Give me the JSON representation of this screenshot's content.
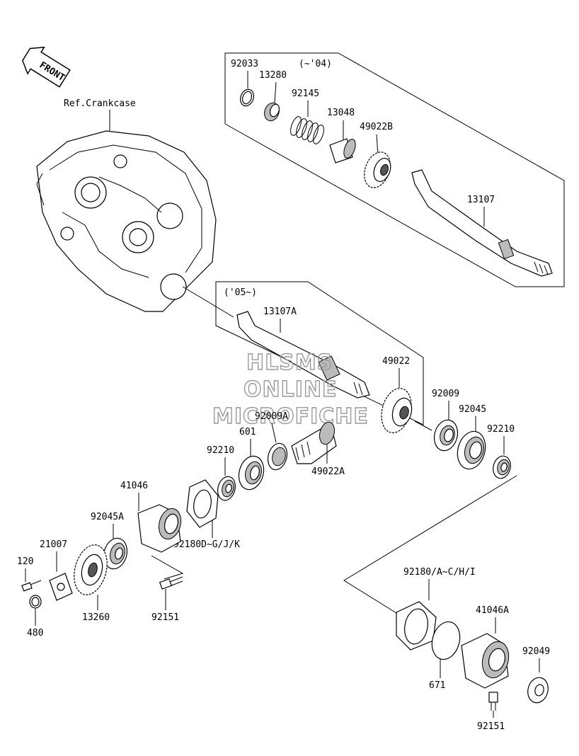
{
  "reference_label": "Ref.Crankcase",
  "front_label": "FRONT",
  "watermark": [
    "HLSMS",
    "ONLINE",
    "MICROFICHE"
  ],
  "groups": {
    "upper_variant": "(~'04)",
    "lower_variant": "('05~)"
  },
  "parts": {
    "p92033": "92033",
    "p13280": "13280",
    "p92145": "92145",
    "p13048": "13048",
    "p49022B": "49022B",
    "p13107": "13107",
    "p13107A": "13107A",
    "p49022": "49022",
    "p92009": "92009",
    "p92045": "92045",
    "p92009A": "92009A",
    "p601": "601",
    "p92210_a": "92210",
    "p92210_b": "92210",
    "p49022A": "49022A",
    "p41046": "41046",
    "p92045A": "92045A",
    "p92180DG": "92180D~G/J/K",
    "p21007": "21007",
    "p120": "120",
    "p480": "480",
    "p13260": "13260",
    "p92151_a": "92151",
    "p92180AI": "92180/A~C/H/I",
    "p41046A": "41046A",
    "p92049": "92049",
    "p671": "671",
    "p92151_b": "92151"
  }
}
